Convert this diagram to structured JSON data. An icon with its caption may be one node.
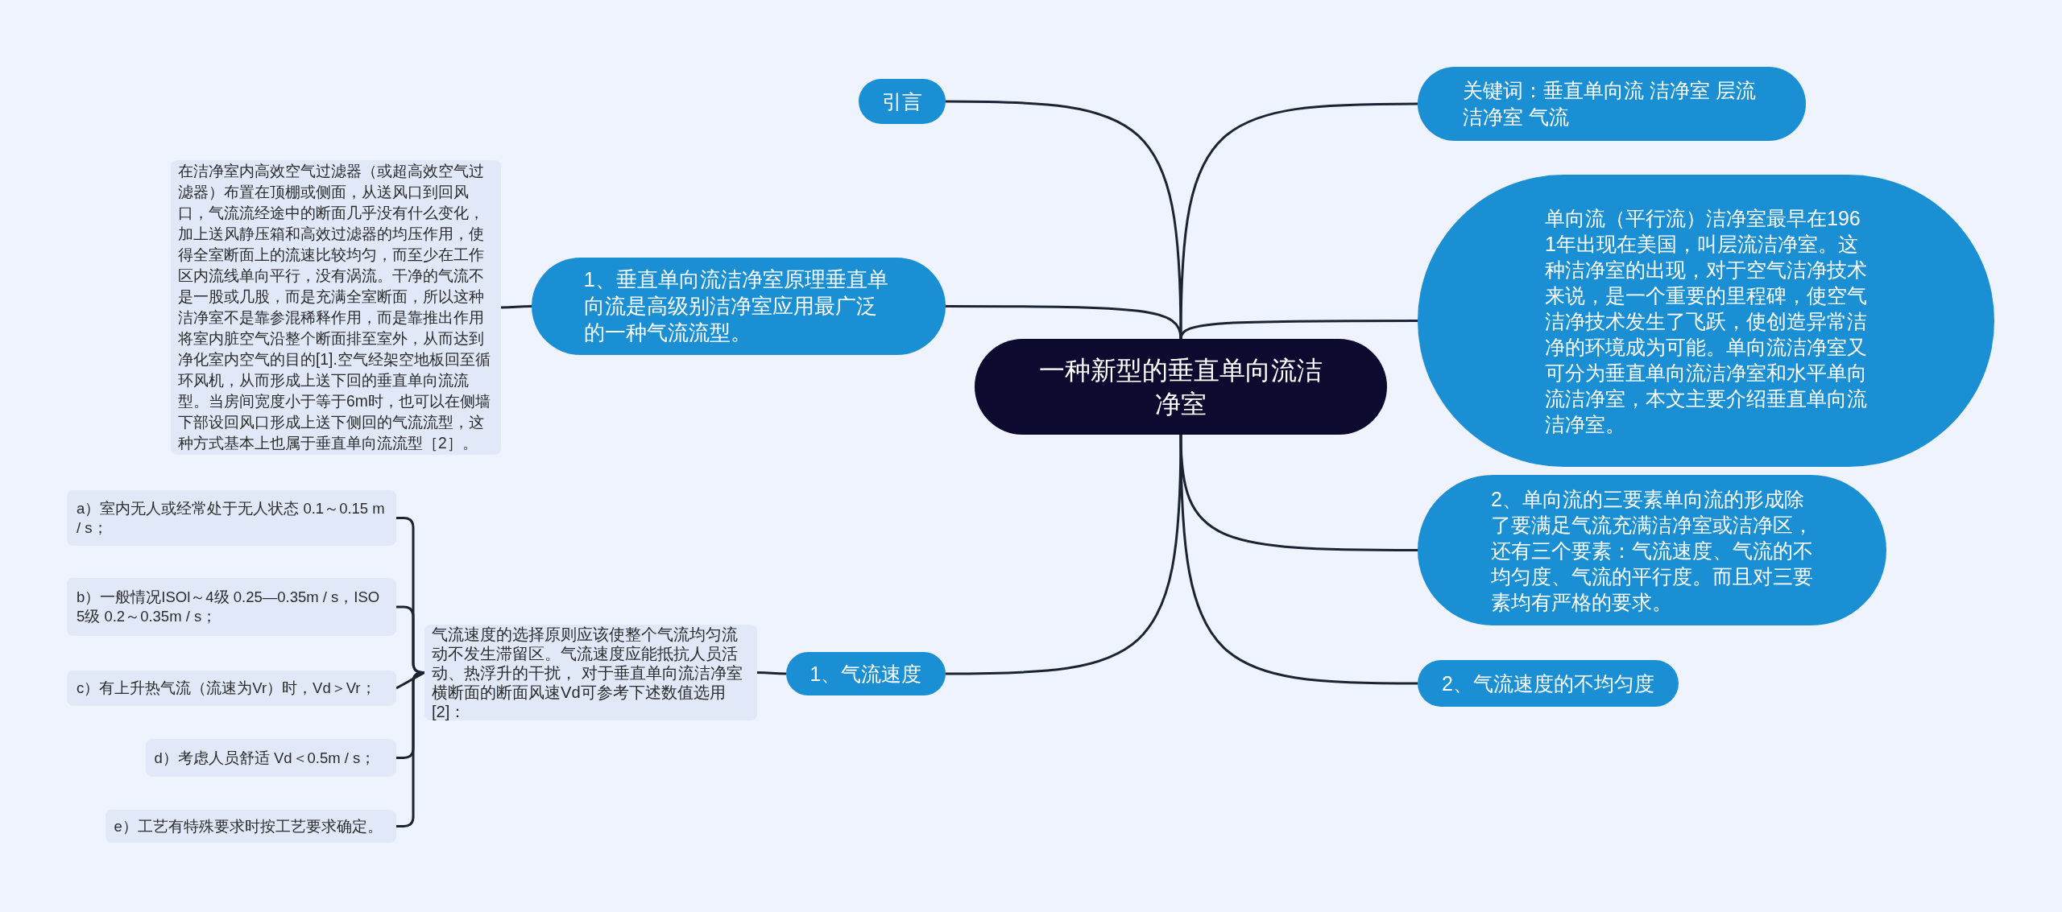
{
  "diagram": {
    "nodes": [
      {
        "text": [
          "一种新型的垂直单向流洁净室"
        ]
      },
      {
        "text": [
          "引言"
        ]
      },
      {
        "text": [
          "1、垂直单向流洁净室原理垂直单向流是高级别洁净室应用最广泛的一种气流流型。"
        ]
      },
      {
        "text": [
          "在洁净室内高效空气过滤器（或超高效空气过滤器）布置在顶棚或侧面，从送风口到回风口，气流流经途中的断面几乎没有什么变化，加上送风静压箱和高效过滤器的均压作用，使得全室断面上的流速比较均匀，而至少在工作区内流线单向平行，没有涡流。干净的气流不是一股或几股，而是充满全室断面，所以这种洁净室不是靠参混稀释作用，而是靠推出作用将室内脏空气沿整个断面排至室外，从而达到净化室内空气的目的[1].空气经架空地板回至循环风机，从而形成上送下回的垂直单向流流型。当房间宽度小于等于6m时，也可以在侧墙下部设回风口形成上送下侧回的气流流型，这种方式基本上也属于垂直单向流流型［2］。"
        ]
      },
      {
        "text": [
          "1、气流速度"
        ]
      },
      {
        "text": [
          "气流速度的选择原则应该使整个气流均匀流动不发生滞留区。气流速度应能抵抗人员活动、热浮升的干扰， 对于垂直单向流洁净室横断面的断面风速Vd可参考下述数值选用[2]："
        ]
      },
      {
        "text": [
          "a）室内无人或经常处于无人状态 0.1～0.15 m / s；"
        ]
      },
      {
        "text": [
          "b）一般情况ISOl～4级 0.25—0.35m / s，ISO5级 0.2～0.35m / s；"
        ]
      },
      {
        "text": [
          "c）有上升热气流（流速为Vr）时，Vd＞Vr；"
        ]
      },
      {
        "text": [
          "d）考虑人员舒适 Vd＜0.5m / s；"
        ]
      },
      {
        "text": [
          "e）工艺有特殊要求时按工艺要求确定。"
        ]
      },
      {
        "text": [
          "关键词：垂直单向流 洁净室 层流洁净室 气流"
        ]
      },
      {
        "text": [
          "单向流（平行流）洁净室最早在1961年出现在美国，叫层流洁净室。这种洁净室的出现，对于空气洁净技术来说，是一个重要的里程碑，使空气洁净技术发生了飞跃，使创造异常洁净的环境成为可能。单向流洁净室又可分为垂直单向流洁净室和水平单向流洁净室，本文主要介绍垂直单向流洁净室。"
        ]
      },
      {
        "text": [
          "2、单向流的三要素单向流的形成除了要满足气流充满洁净室或洁净区，还有三个要素：气流速度、气流的不均匀度、气流的平行度。而且对三要素均有严格的要求。"
        ]
      },
      {
        "text": [
          "2、气流速度的不均匀度"
        ]
      }
    ],
    "edges": [
      {
        "from": 0,
        "to": 1,
        "arrow": "none"
      },
      {
        "from": 0,
        "to": 2,
        "arrow": "none"
      },
      {
        "from": 2,
        "to": 3,
        "arrow": "none"
      },
      {
        "from": 0,
        "to": 4,
        "arrow": "none"
      },
      {
        "from": 4,
        "to": 5,
        "arrow": "none"
      },
      {
        "from": 5,
        "to": 6,
        "arrow": "none"
      },
      {
        "from": 5,
        "to": 7,
        "arrow": "none"
      },
      {
        "from": 5,
        "to": 8,
        "arrow": "none"
      },
      {
        "from": 5,
        "to": 9,
        "arrow": "none"
      },
      {
        "from": 5,
        "to": 10,
        "arrow": "none"
      },
      {
        "from": 0,
        "to": 11,
        "arrow": "none"
      },
      {
        "from": 0,
        "to": 12,
        "arrow": "none"
      },
      {
        "from": 0,
        "to": 13,
        "arrow": "none"
      },
      {
        "from": 0,
        "to": 14,
        "arrow": "none"
      }
    ]
  }
}
